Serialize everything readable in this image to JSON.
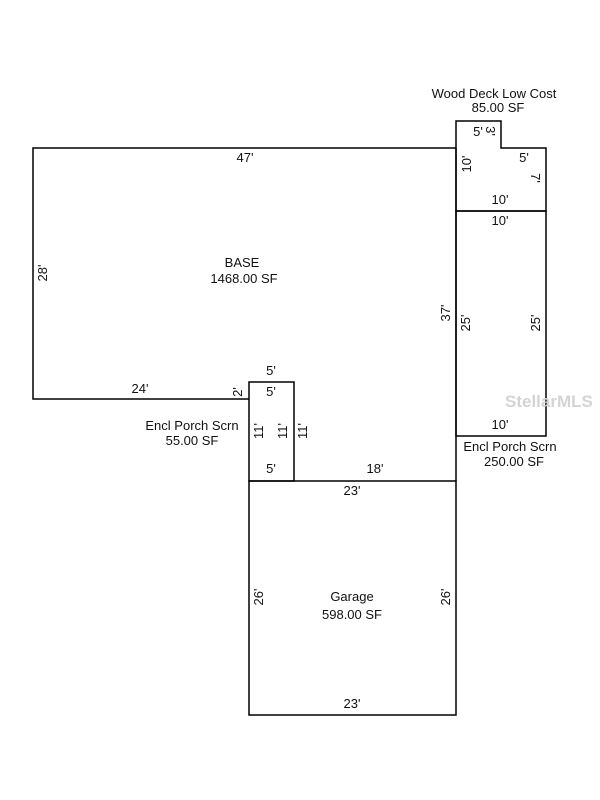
{
  "areas": {
    "base": {
      "name": "BASE",
      "area": "1468.00 SF"
    },
    "wood_deck": {
      "name": "Wood Deck Low Cost",
      "area": "85.00 SF"
    },
    "porch_large": {
      "name": "Encl Porch Scrn",
      "area": "250.00 SF"
    },
    "porch_small": {
      "name": "Encl Porch Scrn",
      "area": "55.00 SF"
    },
    "garage": {
      "name": "Garage",
      "area": "598.00 SF"
    }
  },
  "dimensions": {
    "base_top": "47'",
    "base_left": "28'",
    "base_bottom": "24'",
    "base_right": "37'",
    "base_step": "2'",
    "deck_top": "5'",
    "deck_notch": "3'",
    "deck_left": "10'",
    "deck_right_top": "5'",
    "deck_right": "7'",
    "deck_bottom": "10'",
    "porch_l_top": "10'",
    "porch_l_left": "25'",
    "porch_l_right": "25'",
    "porch_l_bottom": "10'",
    "porch_s_top_out": "5'",
    "porch_s_top": "5'",
    "porch_s_left": "11'",
    "porch_s_mid": "11'",
    "porch_s_right": "11'",
    "porch_s_bottom": "5'",
    "garage_top_ext": "18'",
    "garage_top": "23'",
    "garage_left": "26'",
    "garage_right": "26'",
    "garage_bottom": "23'"
  },
  "watermark": "StellarMLS"
}
